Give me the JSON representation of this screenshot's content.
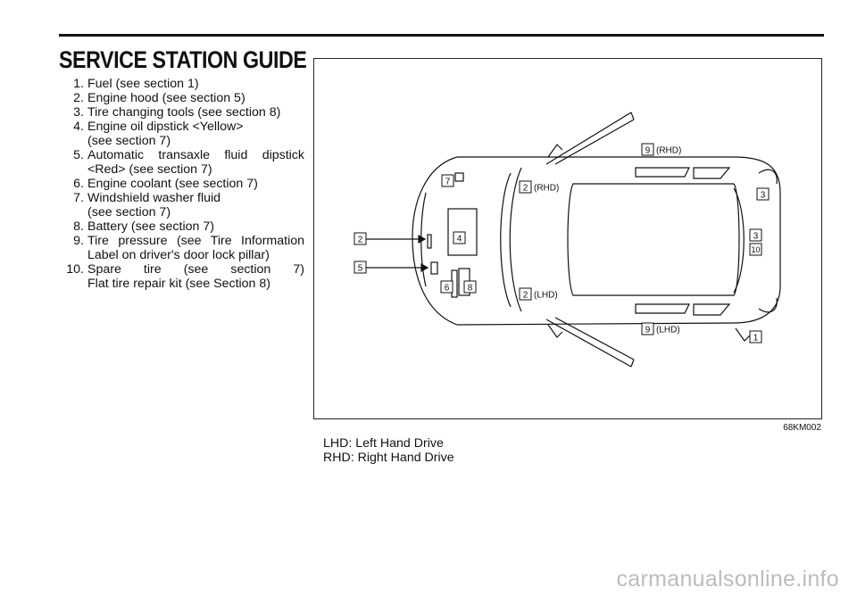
{
  "title": "SERVICE STATION GUIDE",
  "items": [
    {
      "num": "1.",
      "lines": [
        "Fuel (see section 1)"
      ]
    },
    {
      "num": "2.",
      "lines": [
        "Engine hood (see section 5)"
      ]
    },
    {
      "num": "3.",
      "lines": [
        "Tire changing tools (see section 8)"
      ]
    },
    {
      "num": "4.",
      "lines": [
        "Engine oil dipstick <Yellow>",
        "(see section 7)"
      ]
    },
    {
      "num": "5.",
      "lines": [
        "Automatic transaxle fluid dipstick",
        "<Red> (see section 7)"
      ]
    },
    {
      "num": "6.",
      "lines": [
        "Engine coolant (see section 7)"
      ]
    },
    {
      "num": "7.",
      "lines": [
        "Windshield washer fluid",
        "(see section 7)"
      ]
    },
    {
      "num": "8.",
      "lines": [
        "Battery (see section 7)"
      ]
    },
    {
      "num": "9.",
      "lines": [
        "Tire pressure (see Tire Information",
        "Label on driver's door lock pillar)"
      ]
    },
    {
      "num": "10.",
      "lines": [
        "Spare tire (see section 7)",
        "Flat tire repair kit (see Section 8)"
      ]
    }
  ],
  "diagram": {
    "callouts": {
      "c1": "1",
      "c2_left": "2",
      "c2_rhd": "2",
      "c2_lhd": "2",
      "c3_top": "3",
      "c3_mid": "3",
      "c4": "4",
      "c5": "5",
      "c6": "6",
      "c7": "7",
      "c8": "8",
      "c9_rhd": "9",
      "c9_lhd": "9",
      "c10": "10"
    },
    "labels": {
      "rhd": "(RHD)",
      "lhd": "(LHD)"
    }
  },
  "figure_code": "68KM002",
  "legend": [
    "LHD: Left Hand Drive",
    "RHD: Right Hand Drive"
  ],
  "watermark": "carmanualsonline.info"
}
